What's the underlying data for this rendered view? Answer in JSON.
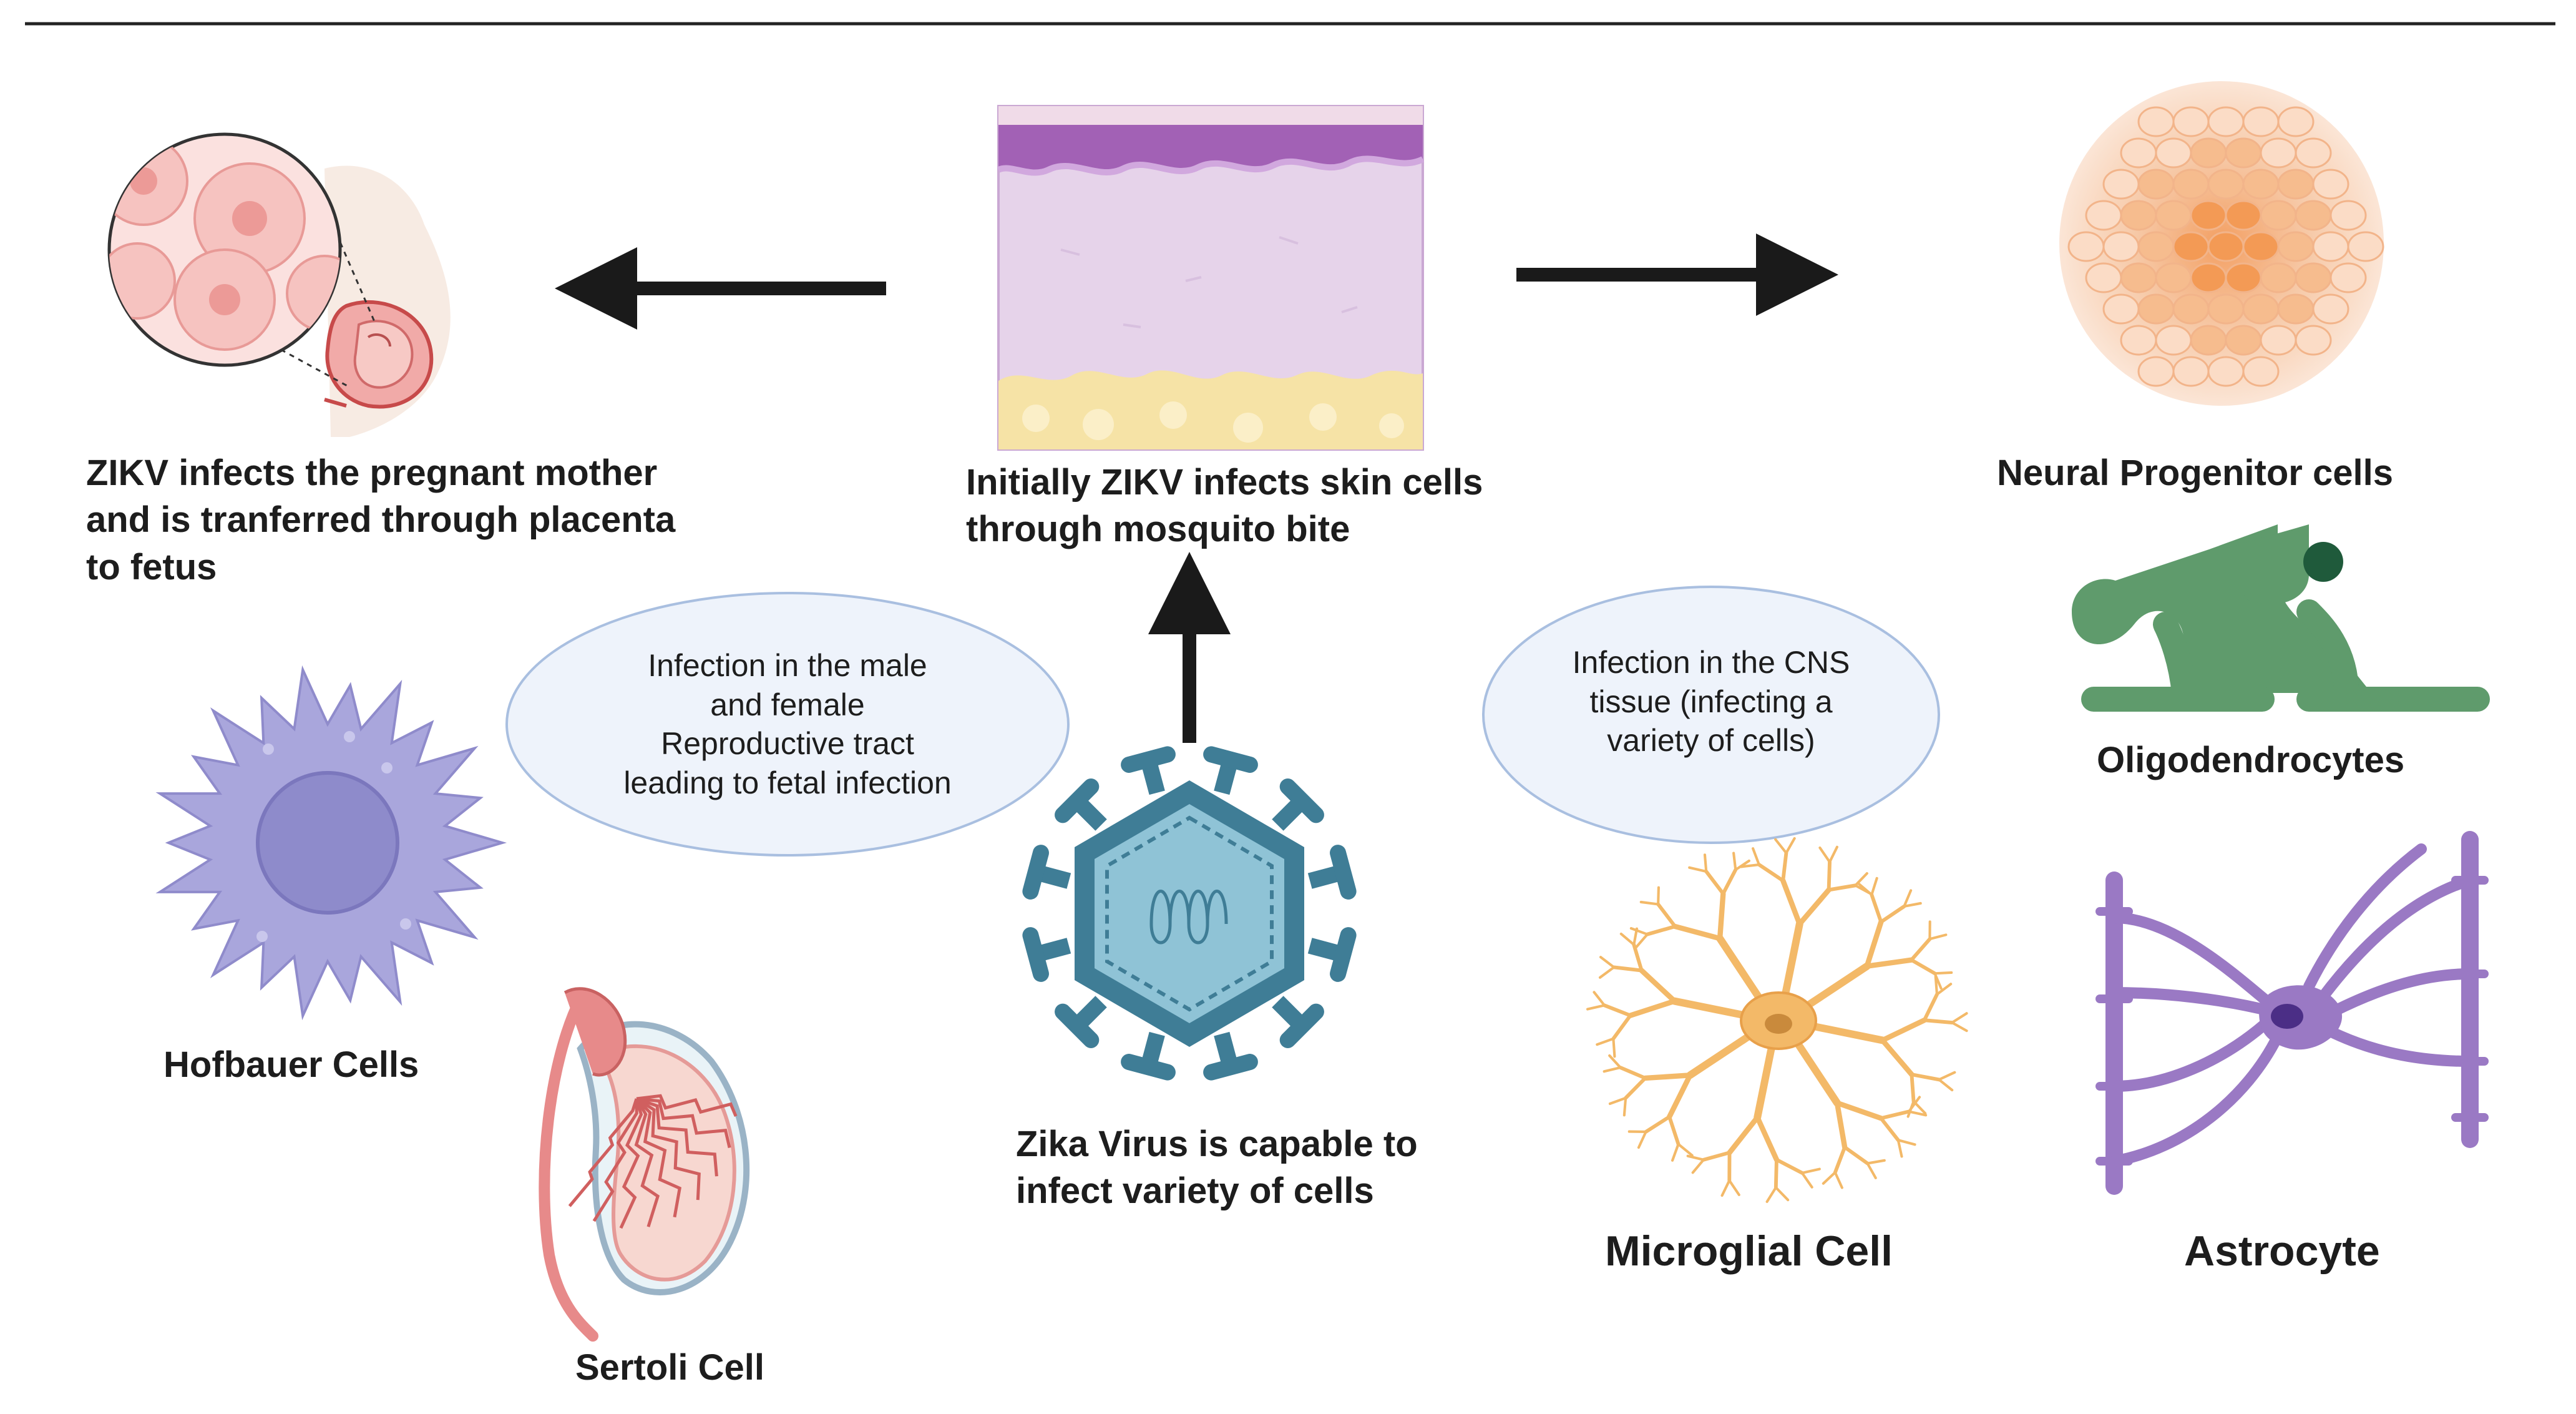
{
  "nodes": {
    "pregnant_mother": {
      "lines": [
        "ZIKV infects the pregnant mother",
        "and is tranferred through placenta",
        "to fetus"
      ]
    },
    "skin": {
      "lines": [
        "Initially ZIKV infects skin cells",
        "through mosquito bite"
      ]
    },
    "neural_progenitor": {
      "label": "Neural Progenitor cells"
    },
    "oligodendrocytes": {
      "label": "Oligodendrocytes"
    },
    "hofbauer": {
      "label": "Hofbauer Cells"
    },
    "sertoli": {
      "label": "Sertoli Cell"
    },
    "zika_virus": {
      "lines": [
        "Zika Virus is capable to",
        "infect variety of cells"
      ]
    },
    "microglial": {
      "label": "Microglial Cell"
    },
    "astrocyte": {
      "label": "Astrocyte"
    }
  },
  "bubbles": {
    "reproductive": {
      "lines": [
        "Infection in the male",
        "and female",
        "Reproductive tract",
        "leading to fetal infection"
      ]
    },
    "cns": {
      "lines": [
        "Infection in the CNS",
        "tissue (infecting a",
        "variety of cells)"
      ]
    }
  },
  "colors": {
    "arrow": "#1a1a1a",
    "bubble_fill": "#eef3fb",
    "bubble_stroke": "#a9bfe0",
    "virus": "#3f7d96",
    "skin_layer": "#a261b5",
    "skin_dermis": "#e6d3ea",
    "fat": "#f6e3a6",
    "hofbauer": "#a9a6dc",
    "oligodendrocyte": "#5f9b6c",
    "astrocyte": "#9a79c4",
    "microglia": "#f3b968",
    "neural": "#f2a26a",
    "placenta": "#f1aaa8"
  }
}
